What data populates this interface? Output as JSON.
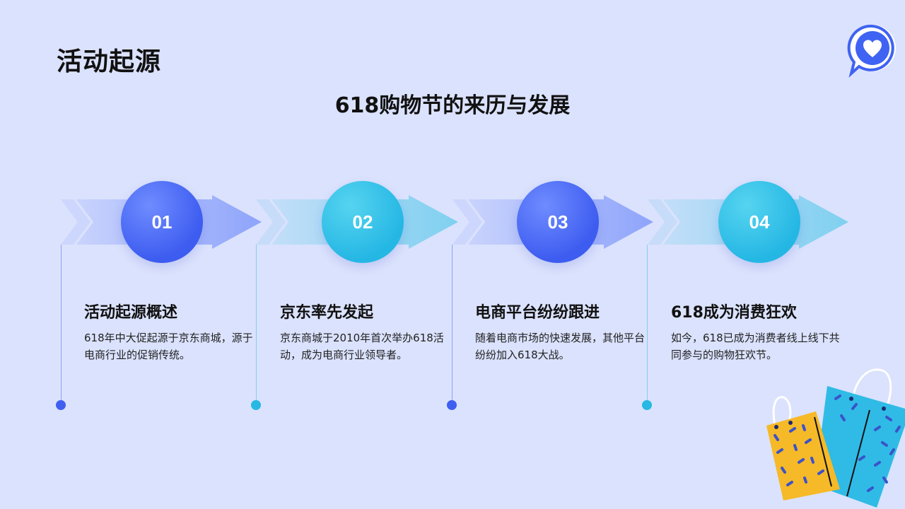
{
  "header": {
    "title": "活动起源",
    "subtitle": "618购物节的来历与发展"
  },
  "steps": [
    {
      "number": "01",
      "title": "活动起源概述",
      "description": "618年中大促起源于京东商城，源于电商行业的促销传统。",
      "color": "#3d5cf0"
    },
    {
      "number": "02",
      "title": "京东率先发起",
      "description": "京东商城于2010年首次举办618活动，成为电商行业领导者。",
      "color": "#25b7e4"
    },
    {
      "number": "03",
      "title": "电商平台纷纷跟进",
      "description": "随着电商市场的快速发展，其他平台纷纷加入618大战。",
      "color": "#3d5cf0"
    },
    {
      "number": "04",
      "title": "618成为消费狂欢",
      "description": "如今，618已成为消费者线上线下共同参与的购物狂欢节。",
      "color": "#25b7e4"
    }
  ],
  "icons": {
    "top_right": "heart-chat-icon",
    "bottom_right": "shopping-bags-illustration"
  },
  "colors": {
    "background": "#dbe2fd",
    "accent_blue": "#3d5cf0",
    "accent_cyan": "#25b7e4"
  }
}
